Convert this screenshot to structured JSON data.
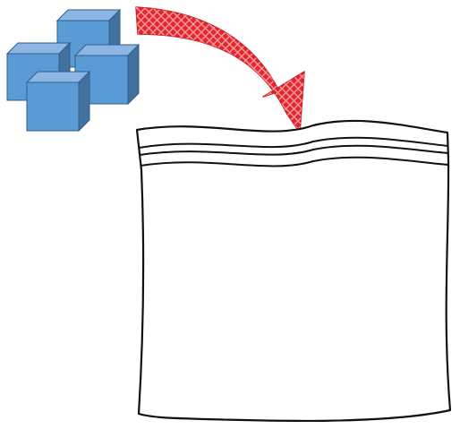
{
  "diagram": {
    "background_color": "#ffffff",
    "cubes_group": {
      "icon": "stacked-cubes-icon",
      "cube_count": 4,
      "front_color": "#5b9bd5",
      "top_color": "#8db6e4",
      "side_color": "#41719c",
      "edge_color": "#2e5f8a"
    },
    "arrow": {
      "icon": "curved-arrow-icon",
      "direction": "down-right",
      "fill_color": "#e6262c",
      "hatch_color": "#ffffff"
    },
    "bag": {
      "icon": "zip-bag-icon",
      "fill_color": "#ffffff",
      "outline_color": "#111111",
      "zipper_lines": 3
    }
  }
}
